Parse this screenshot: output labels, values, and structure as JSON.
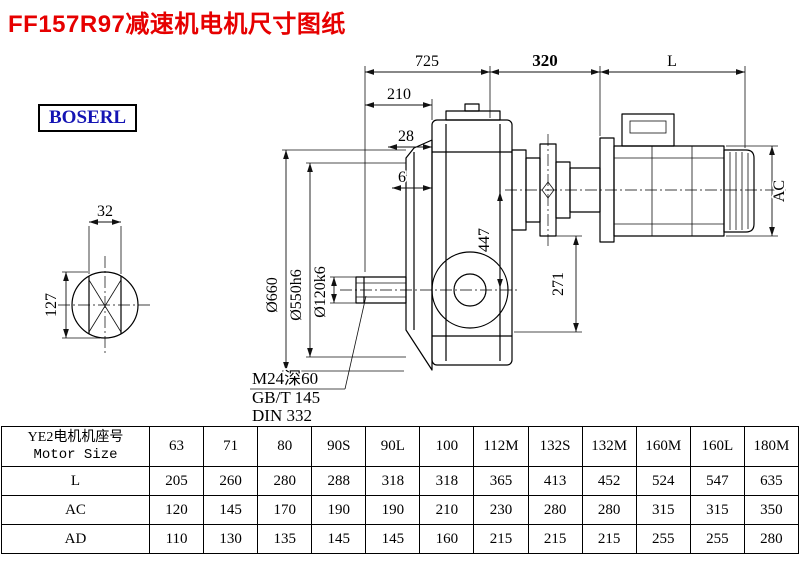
{
  "page": {
    "title": "FF157R97减速机电机尺寸图纸",
    "brand": "BOSERL"
  },
  "drawing": {
    "dim_725": "725",
    "dim_320": "320",
    "dim_L": "L",
    "dim_210": "210",
    "dim_28": "28",
    "dim_6": "6",
    "dim_32": "32",
    "dim_127": "127",
    "dim_447": "447",
    "dim_271": "271",
    "dim_AC": "AC",
    "dia_flange": "Ø660",
    "dia_spigot": "Ø550h6",
    "dia_shaft": "Ø120k6",
    "note_thread": "M24深60",
    "note_gb": "GB/T 145",
    "note_din": "DIN 332"
  },
  "table": {
    "row_header_line1": "YE2电机机座号",
    "row_header_line2": "Motor Size",
    "columns": [
      "63",
      "71",
      "80",
      "90S",
      "90L",
      "100",
      "112M",
      "132S",
      "132M",
      "160M",
      "160L",
      "180M"
    ],
    "rows": [
      {
        "label": "L",
        "values": [
          "205",
          "260",
          "280",
          "288",
          "318",
          "318",
          "365",
          "413",
          "452",
          "524",
          "547",
          "635"
        ]
      },
      {
        "label": "AC",
        "values": [
          "120",
          "145",
          "170",
          "190",
          "190",
          "210",
          "230",
          "280",
          "280",
          "315",
          "315",
          "350"
        ]
      },
      {
        "label": "AD",
        "values": [
          "110",
          "130",
          "135",
          "145",
          "145",
          "160",
          "215",
          "215",
          "215",
          "255",
          "255",
          "280"
        ]
      }
    ]
  }
}
